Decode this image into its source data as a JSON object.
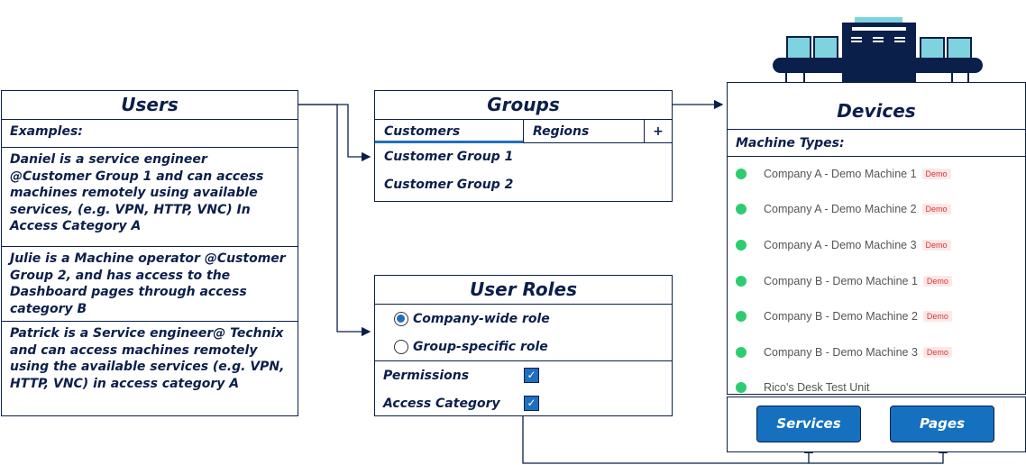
{
  "users": {
    "title": "Users",
    "examples_label": "Examples:",
    "examples": [
      "Daniel is a service engineer @Customer Group 1 and can access machines remotely using available services, (e.g. VPN, HTTP, VNC) In Access Category A",
      "Julie is a Machine operator @Customer Group 2, and has access to the Dashboard pages through access category B",
      "Patrick is a Service engineer@ Technix and can access machines remotely using the available services (e.g. VPN, HTTP, VNC) in access category A"
    ]
  },
  "groups": {
    "title": "Groups",
    "tabs": [
      "Customers",
      "Regions",
      "+"
    ],
    "items": [
      "Customer Group 1",
      "Customer Group 2"
    ]
  },
  "roles": {
    "title": "User Roles",
    "options": [
      {
        "label": "Company-wide role",
        "selected": true
      },
      {
        "label": "Group-specific role",
        "selected": false
      }
    ],
    "permissions_label": "Permissions",
    "access_label": "Access Category",
    "check_glyph": "✓"
  },
  "devices": {
    "title": "Devices",
    "machine_types_label": "Machine Types:",
    "machines": [
      {
        "name": "Company A - Demo Machine 1",
        "badge": "Demo"
      },
      {
        "name": "Company A - Demo Machine 2",
        "badge": "Demo"
      },
      {
        "name": "Company A - Demo Machine 3",
        "badge": "Demo"
      },
      {
        "name": "Company B - Demo Machine 1",
        "badge": "Demo"
      },
      {
        "name": "Company B - Demo Machine 2",
        "badge": "Demo"
      },
      {
        "name": "Company B - Demo Machine 3",
        "badge": "Demo"
      },
      {
        "name": "Rico's Desk Test Unit",
        "badge": ""
      }
    ],
    "status_color": "#2ecc71"
  },
  "buttons": {
    "services": "Services",
    "pages": "Pages"
  },
  "colors": {
    "navy": "#0b1f4b",
    "accent": "#1570c0",
    "machine_light": "#7fd3df"
  }
}
